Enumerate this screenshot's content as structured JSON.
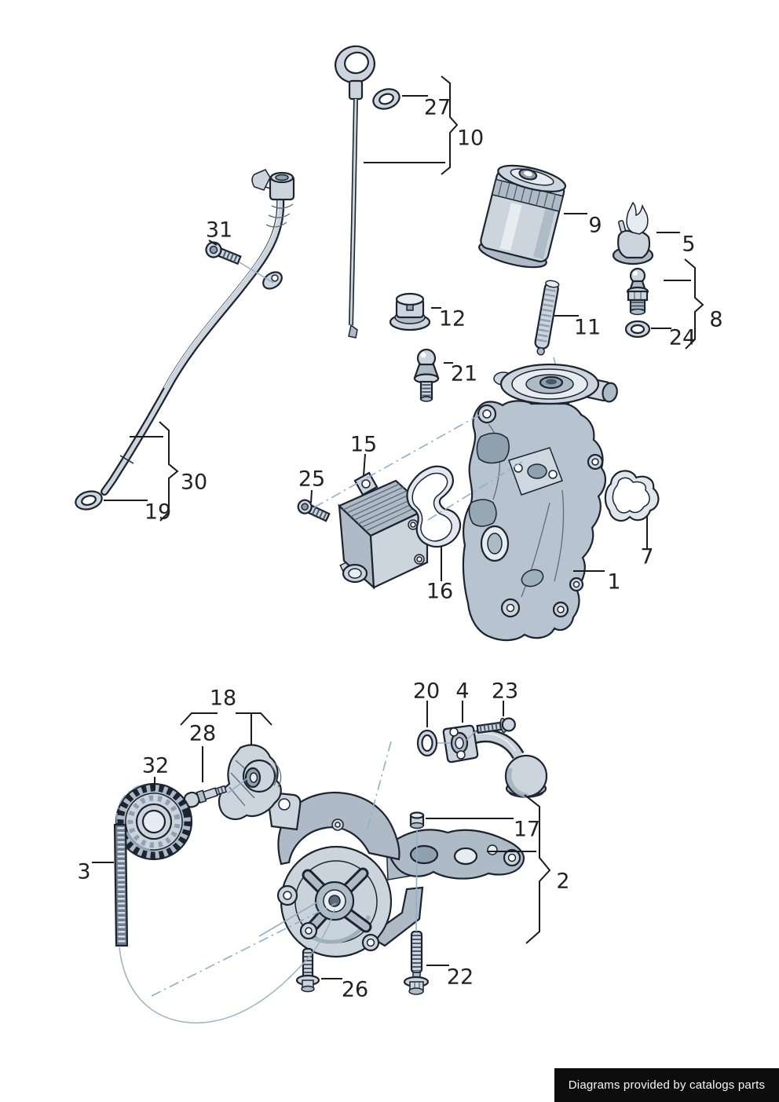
{
  "diagram": {
    "kind": "exploded-parts-diagram",
    "callouts": {
      "1": "1",
      "2": "2",
      "3": "3",
      "4": "4",
      "5": "5",
      "7": "7",
      "8": "8",
      "9": "9",
      "10": "10",
      "11": "11",
      "12": "12",
      "15": "15",
      "16": "16",
      "17": "17",
      "18": "18",
      "19": "19",
      "20": "20",
      "21": "21",
      "22": "22",
      "23": "23",
      "24": "24",
      "25": "25",
      "26": "26",
      "27": "27",
      "28": "28",
      "30": "30",
      "31": "31",
      "32": "32"
    }
  },
  "footer": {
    "text": "Diagrams provided by catalogs parts"
  },
  "colors": {
    "outline": "#1c2430",
    "part_fill": "#ccd5dd",
    "part_shade": "#aebbc6",
    "construction_line": "#8fafc8",
    "label_text": "#222222",
    "footer_bg": "#0d0d0d",
    "footer_text": "#f7f7f7"
  }
}
